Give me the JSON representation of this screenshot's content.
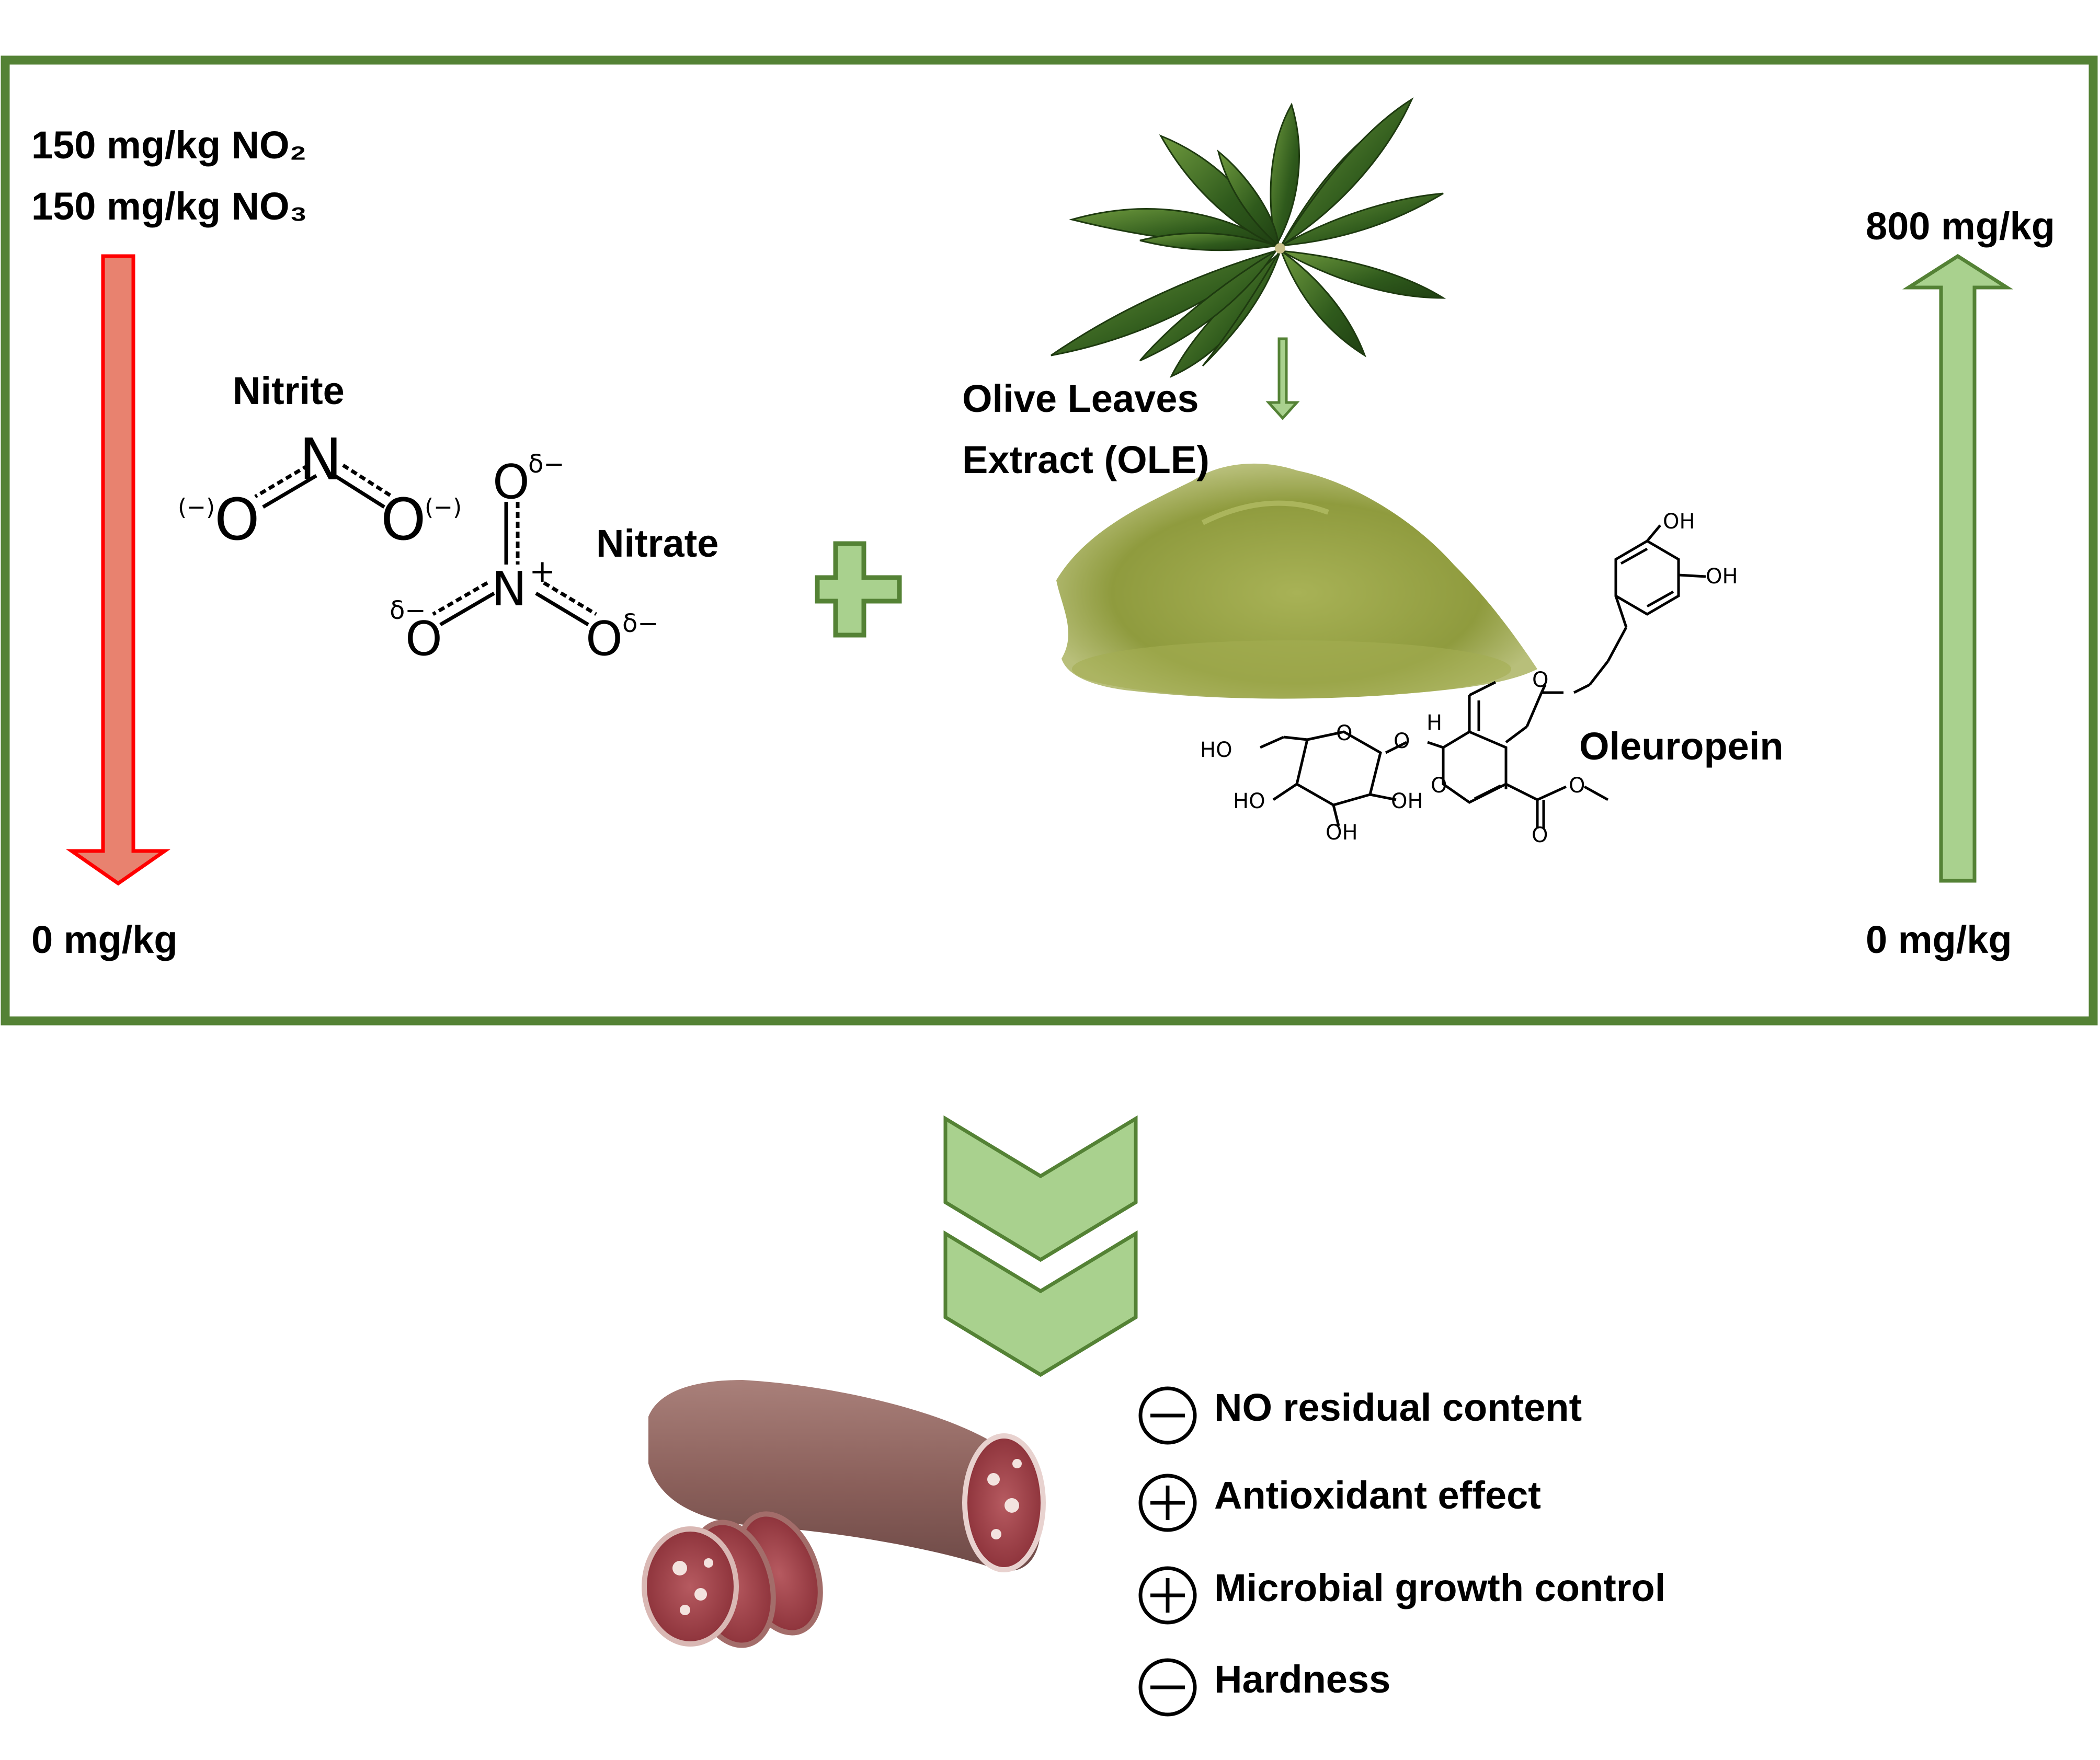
{
  "left_axis": {
    "nitrite_dose": "150 mg/kg NO₂",
    "nitrate_dose": "150 mg/kg NO₃",
    "bottom_value": "0 mg/kg",
    "direction": "decrease",
    "arrow_color": "#e8826f"
  },
  "right_axis": {
    "top_value": "800 mg/kg",
    "bottom_value": "0 mg/kg",
    "direction": "increase",
    "arrow_color": "#a9d18e"
  },
  "molecules": {
    "nitrite": {
      "name": "Nitrite",
      "atom_n": "N",
      "atom_o": "O",
      "charge": "(−)"
    },
    "nitrate": {
      "name": "Nitrate",
      "atom_n": "N",
      "atom_o": "O",
      "partial_charge": "δ−",
      "n_charge": "+"
    },
    "oleuropein": {
      "name": "Oleuropein",
      "groups": [
        "OH",
        "OH",
        "HO",
        "HO",
        "OH",
        "OH",
        "O",
        "O",
        "O",
        "O",
        "O",
        "O",
        "H"
      ]
    }
  },
  "extract": {
    "line1": "Olive Leaves",
    "line2": "Extract (OLE)"
  },
  "images": [
    "olive-leaves",
    "ole-powder",
    "salami"
  ],
  "outcomes": [
    {
      "sign": "minus",
      "label": "NO residual content"
    },
    {
      "sign": "plus",
      "label": "Antioxidant effect"
    },
    {
      "sign": "plus",
      "label": "Microbial growth control"
    },
    {
      "sign": "minus",
      "label": "Hardness"
    }
  ],
  "colors": {
    "frame": "#548235",
    "green_fill": "#a9d18e",
    "green_stroke": "#548235",
    "red_fill": "#e8826f",
    "red_stroke": "#ff0000"
  }
}
